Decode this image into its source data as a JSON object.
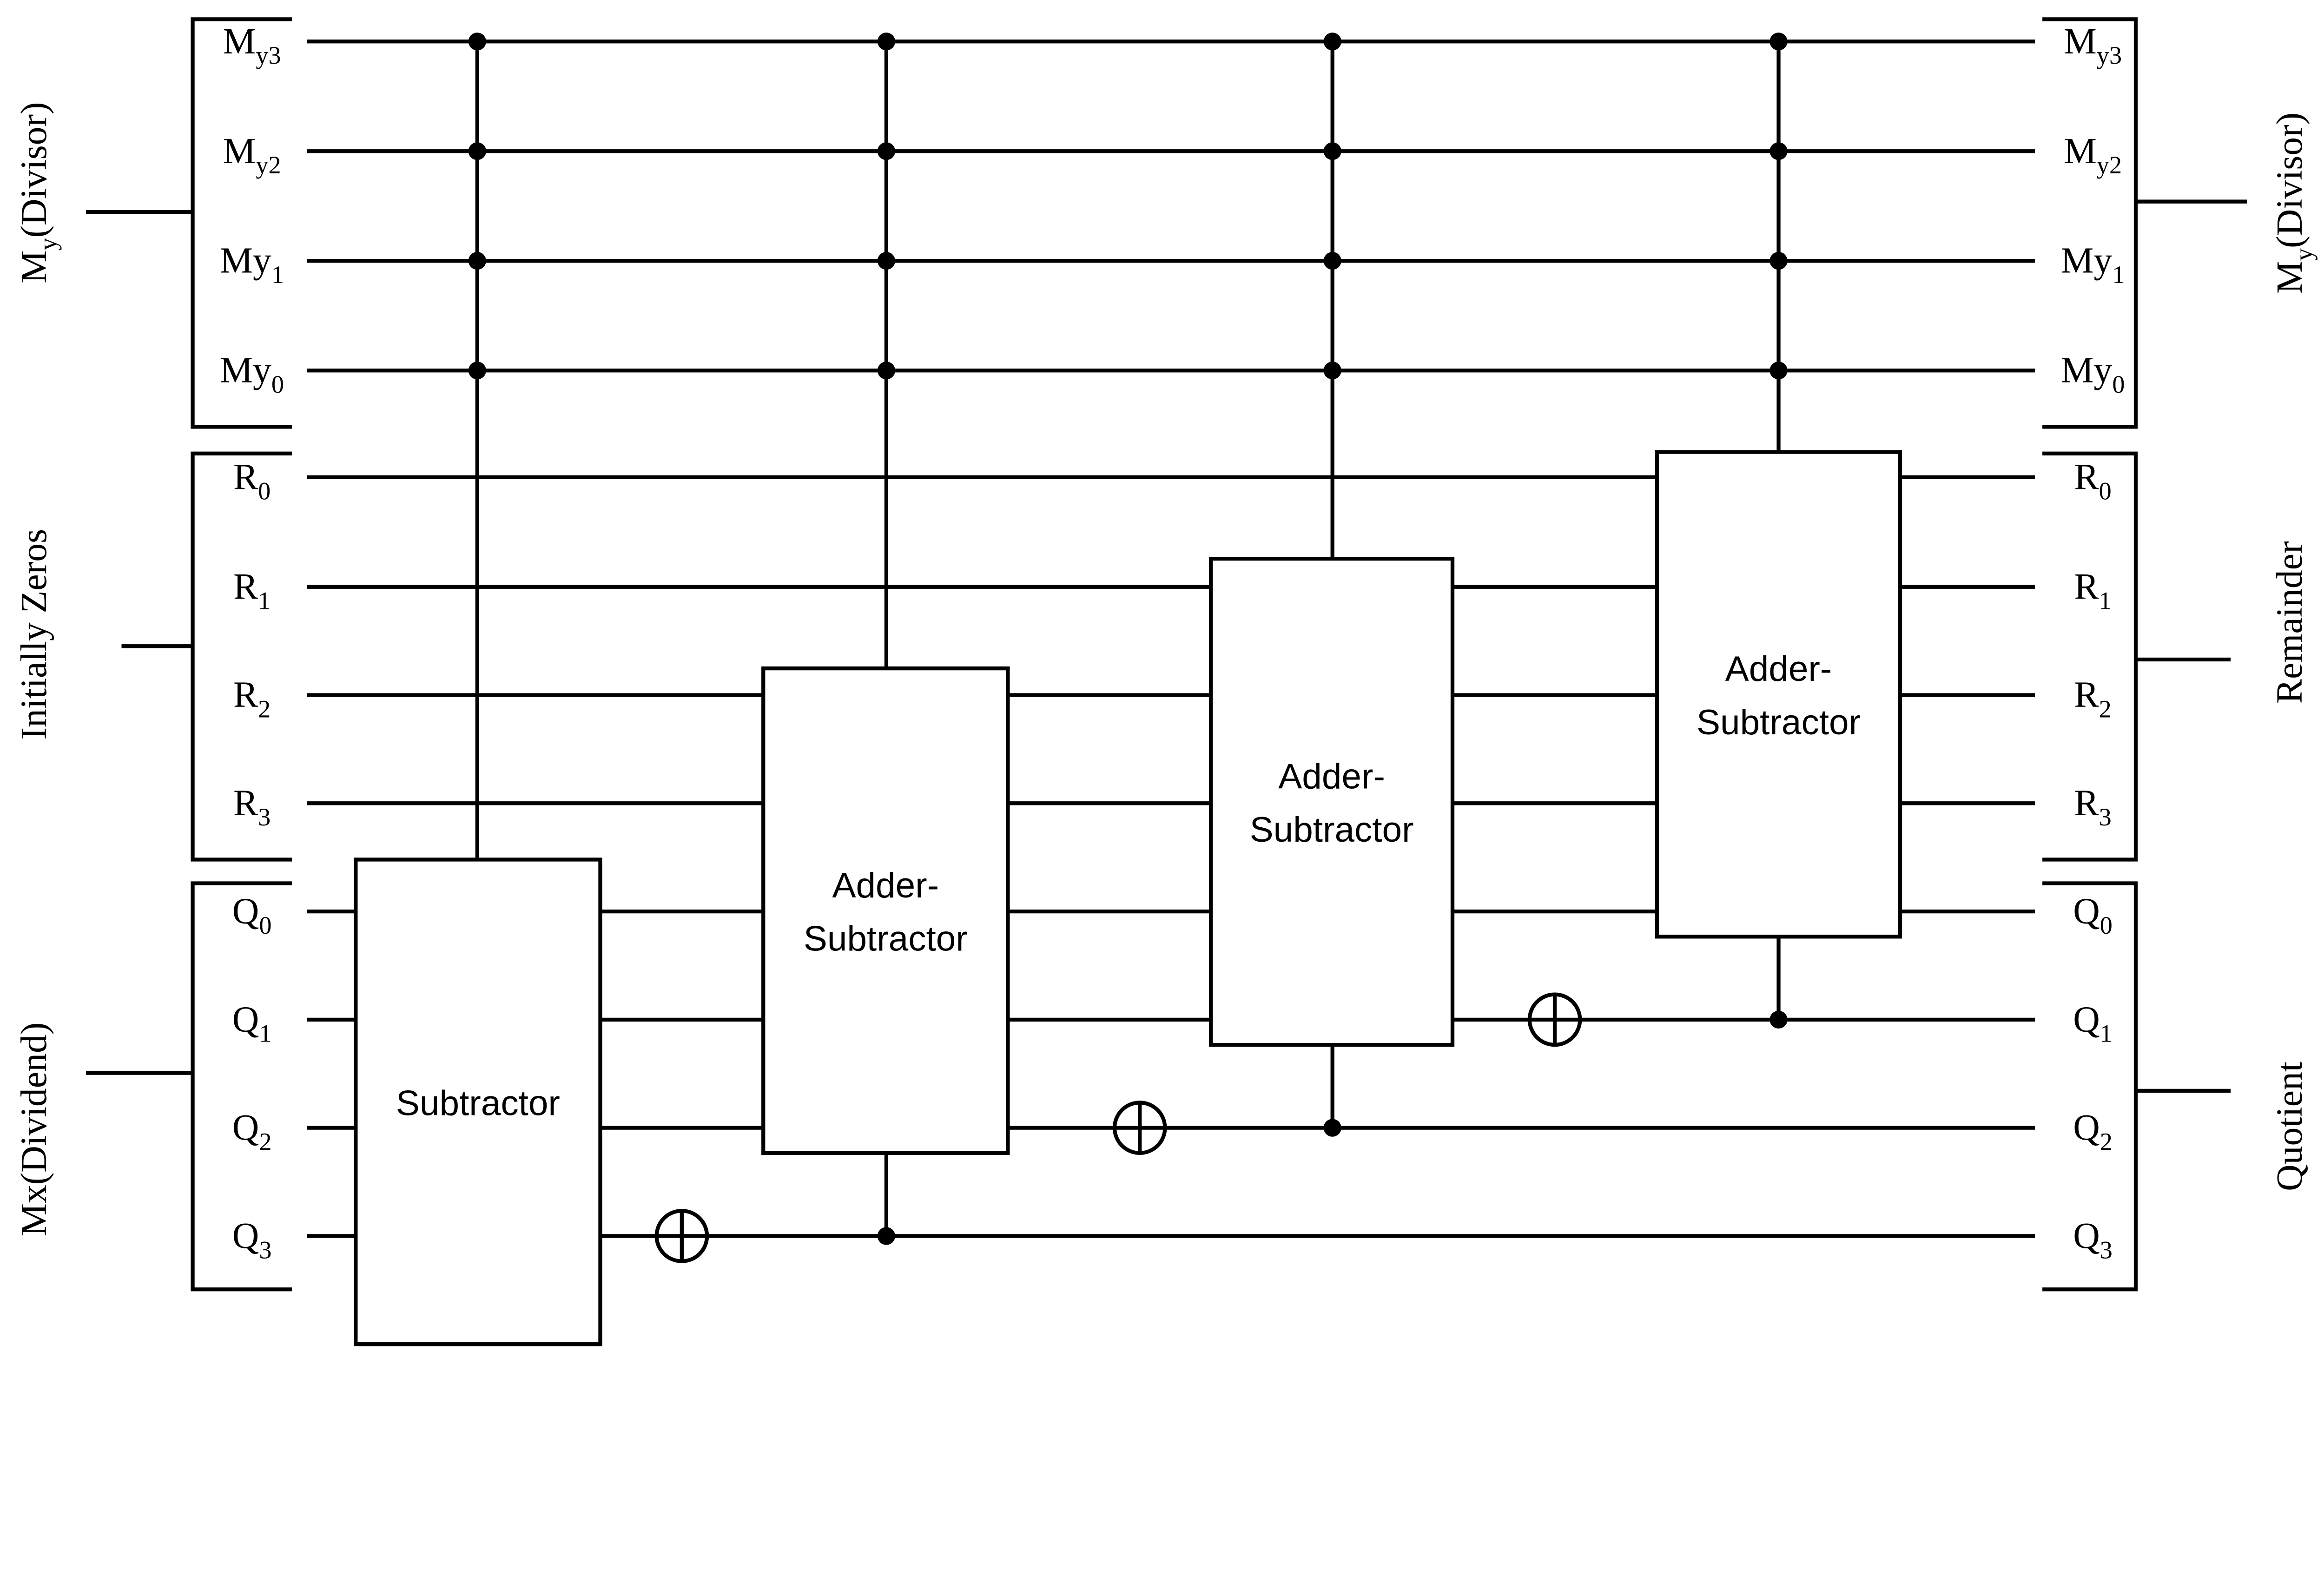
{
  "left_groups": [
    {
      "main": "M",
      "sub": "y",
      "rest": "(Divisor)"
    },
    {
      "main": "Initially Zeros",
      "sub": "",
      "rest": ""
    },
    {
      "main": "Mx(Dividend)",
      "sub": "",
      "rest": ""
    }
  ],
  "right_groups": [
    {
      "main": "M",
      "sub": "y",
      "rest": "(Divisor)"
    },
    {
      "main": "Remainder",
      "sub": "",
      "rest": ""
    },
    {
      "main": "Quotient",
      "sub": "",
      "rest": ""
    }
  ],
  "left_wire_labels": [
    {
      "main": "M",
      "sub": "y3"
    },
    {
      "main": "M",
      "sub": "y2"
    },
    {
      "main": "My",
      "sub": "1"
    },
    {
      "main": "My",
      "sub": "0"
    },
    {
      "main": "R",
      "sub": "0"
    },
    {
      "main": "R",
      "sub": "1"
    },
    {
      "main": "R",
      "sub": "2"
    },
    {
      "main": "R",
      "sub": "3"
    },
    {
      "main": "Q",
      "sub": "0"
    },
    {
      "main": "Q",
      "sub": "1"
    },
    {
      "main": "Q",
      "sub": "2"
    },
    {
      "main": "Q",
      "sub": "3"
    }
  ],
  "right_wire_labels": [
    {
      "main": "M",
      "sub": "y3"
    },
    {
      "main": "M",
      "sub": "y2"
    },
    {
      "main": "My",
      "sub": "1"
    },
    {
      "main": "My",
      "sub": "0"
    },
    {
      "main": "R",
      "sub": "0"
    },
    {
      "main": "R",
      "sub": "1"
    },
    {
      "main": "R",
      "sub": "2"
    },
    {
      "main": "R",
      "sub": "3"
    },
    {
      "main": "Q",
      "sub": "0"
    },
    {
      "main": "Q",
      "sub": "1"
    },
    {
      "main": "Q",
      "sub": "2"
    },
    {
      "main": "Q",
      "sub": "3"
    }
  ],
  "blocks": [
    {
      "lines": [
        "Subtractor"
      ]
    },
    {
      "lines": [
        "Adder-",
        "Subtractor"
      ]
    },
    {
      "lines": [
        "Adder-",
        "Subtractor"
      ]
    },
    {
      "lines": [
        "Adder-",
        "Subtractor"
      ]
    }
  ]
}
